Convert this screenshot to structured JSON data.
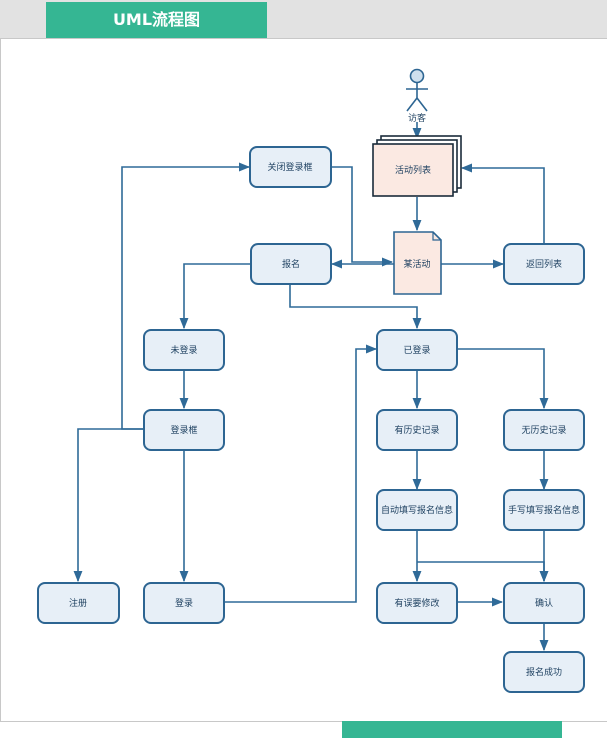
{
  "header": {
    "title": "UML流程图"
  },
  "colors": {
    "accent": "#35b693",
    "node_fill": "#e7eff7",
    "node_stroke": "#2d6592",
    "doc_fill": "#fbe9e2",
    "edge": "#2f6a98"
  },
  "diagram": {
    "actor": {
      "label": "访客"
    },
    "activity_list": {
      "label": "活动列表"
    },
    "some_activity": {
      "label": "某活动"
    },
    "close_login": {
      "label": "关闭登录框"
    },
    "signup_btn": {
      "label": "报名"
    },
    "back_list": {
      "label": "返回列表"
    },
    "not_logged": {
      "label": "未登录"
    },
    "logged_in": {
      "label": "已登录"
    },
    "login_box": {
      "label": "登录框"
    },
    "has_history": {
      "label": "有历史记录"
    },
    "no_history": {
      "label": "无历史记录"
    },
    "auto_fill": {
      "label": "自动填写报名信息"
    },
    "manual_fill": {
      "label": "手写填写报名信息"
    },
    "register": {
      "label": "注册"
    },
    "login": {
      "label": "登录"
    },
    "modify": {
      "label": "有误要修改"
    },
    "confirm": {
      "label": "确认"
    },
    "success": {
      "label": "报名成功"
    }
  }
}
